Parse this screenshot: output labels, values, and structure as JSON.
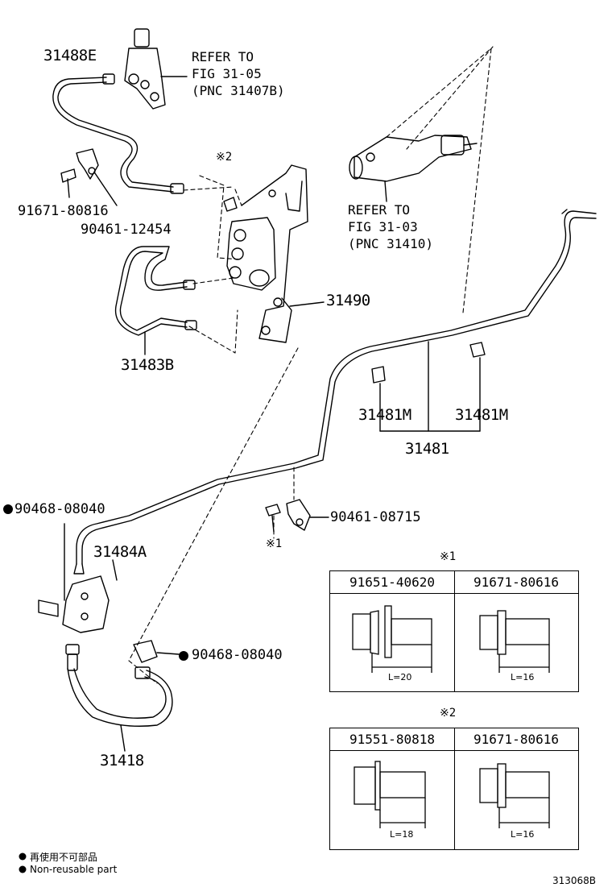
{
  "labels": {
    "p31488E": "31488E",
    "p91671_80816": "91671-80816",
    "p90461_12454": "90461-12454",
    "p31490": "31490",
    "p31483B": "31483B",
    "p31481M_left": "31481M",
    "p31481M_right": "31481M",
    "p31481": "31481",
    "p90468_08040_top": "90468-08040",
    "p90461_08715": "90461-08715",
    "p31484A": "31484A",
    "p90468_08040_bottom": "90468-08040",
    "p31418": "31418",
    "note_mark_2_top": "※2",
    "note_mark_1_bolt": "※1"
  },
  "refs": {
    "ref1": "REFER TO\nFIG 31-05\n(PNC 31407B)",
    "ref2": "REFER TO\nFIG 31-03\n(PNC 31410)"
  },
  "tables": {
    "table1": {
      "mark": "※1",
      "left_header": "91651-40620",
      "right_header": "91671-80616",
      "left_len": "L=20",
      "right_len": "L=16"
    },
    "table2": {
      "mark": "※2",
      "left_header": "91551-80818",
      "right_header": "91671-80616",
      "left_len": "L=18",
      "right_len": "L=16"
    }
  },
  "legend": {
    "line1": "再使用不可部品",
    "line2": "Non-reusable part"
  },
  "figure_id": "313068B"
}
